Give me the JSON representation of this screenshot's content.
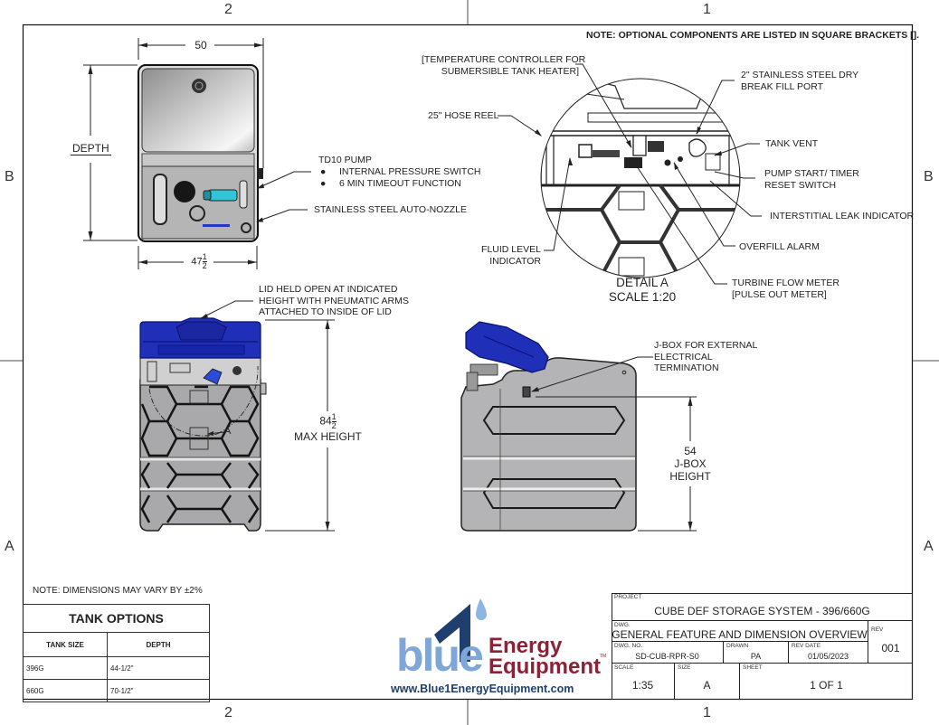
{
  "sheet": {
    "zones": {
      "top_left": "2",
      "top_right": "1",
      "bottom_left": "2",
      "bottom_right": "1",
      "left_upper": "B",
      "left_lower": "A",
      "right_upper": "B",
      "right_lower": "A"
    }
  },
  "notes": {
    "optional_components": "NOTE: OPTIONAL COMPONENTS ARE LISTED IN SQUARE BRACKETS [].",
    "dimensions_vary": "NOTE: DIMENSIONS MAY VARY BY ±2%"
  },
  "top_view": {
    "width_dim": "50",
    "depth_label": "DEPTH",
    "base_dim_whole": "47",
    "base_dim_num": "1",
    "base_dim_den": "2",
    "pump_label": "TD10 PUMP",
    "pump_features": [
      "INTERNAL PRESSURE SWITCH",
      "6 MIN TIMEOUT FUNCTION"
    ],
    "nozzle_label": "STAINLESS STEEL AUTO-NOZZLE"
  },
  "detail_a": {
    "title": "DETAIL A",
    "scale": "SCALE 1:20",
    "callouts": {
      "temp_controller": [
        "[TEMPERATURE CONTROLLER FOR",
        "SUBMERSIBLE TANK HEATER]"
      ],
      "hose_reel": "25\" HOSE REEL",
      "fluid_level": [
        "FLUID LEVEL",
        "INDICATOR"
      ],
      "dry_break": [
        "2\" STAINLESS STEEL DRY",
        "BREAK FILL PORT"
      ],
      "tank_vent": "TANK VENT",
      "pump_start": [
        "PUMP START/ TIMER",
        "RESET SWITCH"
      ],
      "leak_indicator": "INTERSTITIAL LEAK INDICATOR",
      "overfill_alarm": "OVERFILL ALARM",
      "flow_meter": [
        "TURBINE FLOW METER",
        "[PULSE OUT METER]"
      ]
    }
  },
  "front_view": {
    "lid_note": [
      "LID HELD OPEN AT INDICATED",
      "HEIGHT WITH PNEUMATIC ARMS",
      "ATTACHED TO INSIDE OF LID"
    ],
    "height_whole": "84",
    "height_num": "1",
    "height_den": "2",
    "height_label": "MAX HEIGHT",
    "detail_marker": "A"
  },
  "side_view": {
    "jbox_note": [
      "J-BOX FOR EXTERNAL",
      "ELECTRICAL",
      "TERMINATION"
    ],
    "jbox_height": "54",
    "jbox_label_1": "J-BOX",
    "jbox_label_2": "HEIGHT"
  },
  "tank_options": {
    "title": "TANK OPTIONS",
    "headers": [
      "TANK SIZE",
      "DEPTH"
    ],
    "rows": [
      [
        "396G",
        "44-1/2\""
      ],
      [
        "660G",
        "70-1/2\""
      ]
    ]
  },
  "logo": {
    "word_blue": "blue",
    "word_energy": "Energy",
    "word_equipment": "Equipment",
    "tm": "TM",
    "url": "www.Blue1EnergyEquipment.com",
    "colors": {
      "light_blue": "#7ea7d8",
      "dark_blue": "#1f3f6e",
      "maroon": "#8b2236",
      "drop": "#8db6e3"
    }
  },
  "title_block": {
    "project_caption": "PROJECT",
    "project": "CUBE DEF STORAGE SYSTEM - 396/660G",
    "dwg_caption": "DWG.",
    "dwg": "GENERAL FEATURE AND DIMENSION OVERVIEW",
    "rev_caption": "REV",
    "rev": "001",
    "dwg_no_caption": "DWG. NO.",
    "dwg_no": "SD-CUB-RPR-S0",
    "drawn_caption": "DRAWN",
    "drawn": "PA",
    "rev_date_caption": "REV DATE",
    "rev_date": "01/05/2023",
    "scale_caption": "SCALE",
    "scale": "1:35",
    "size_caption": "SIZE",
    "size": "A",
    "sheet_caption": "SHEET",
    "sheet": "1 OF 1"
  },
  "colors": {
    "lid_blue": "#1f2fb8",
    "tank_gray": "#a9a9ab",
    "line": "#222222"
  }
}
